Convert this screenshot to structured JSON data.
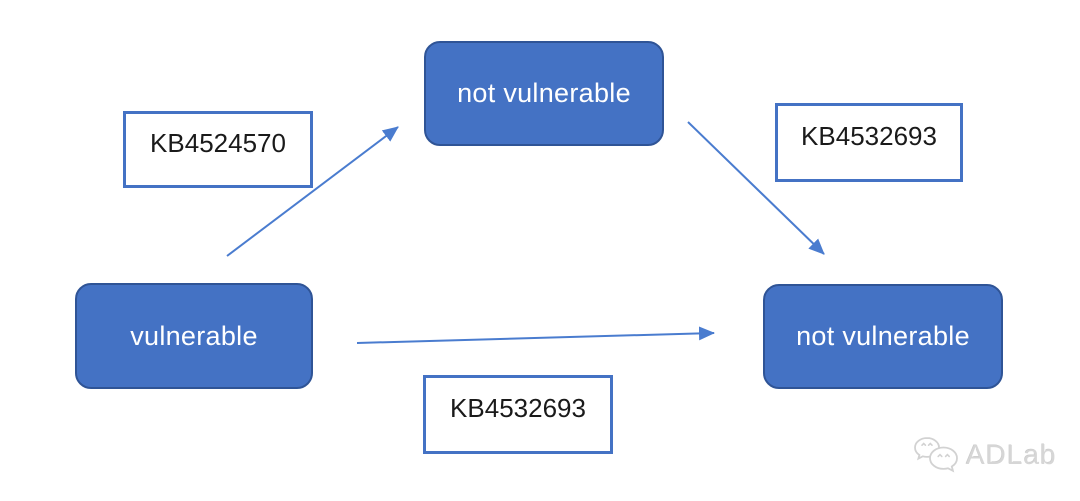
{
  "diagram": {
    "nodes": {
      "vulnerable": {
        "label": "vulnerable"
      },
      "not_vulnerable_top": {
        "label": "not vulnerable"
      },
      "not_vulnerable_right": {
        "label": "not vulnerable"
      }
    },
    "edge_labels": {
      "vulnerable_to_top": "KB4524570",
      "top_to_right": "KB4532693",
      "vulnerable_to_right": "KB4532693"
    },
    "colors": {
      "node_fill": "#4472C4",
      "node_border": "#2F5496",
      "node_text": "#FFFFFF",
      "arrow": "#4A7CCF",
      "label_border": "#4472C4",
      "label_bg": "#FFFFFF",
      "label_text": "#1A1A1A",
      "background": "#FFFFFF",
      "watermark": "#D8D8D8"
    }
  },
  "watermark": {
    "icon": "wechat-icon",
    "text": "ADLab"
  }
}
